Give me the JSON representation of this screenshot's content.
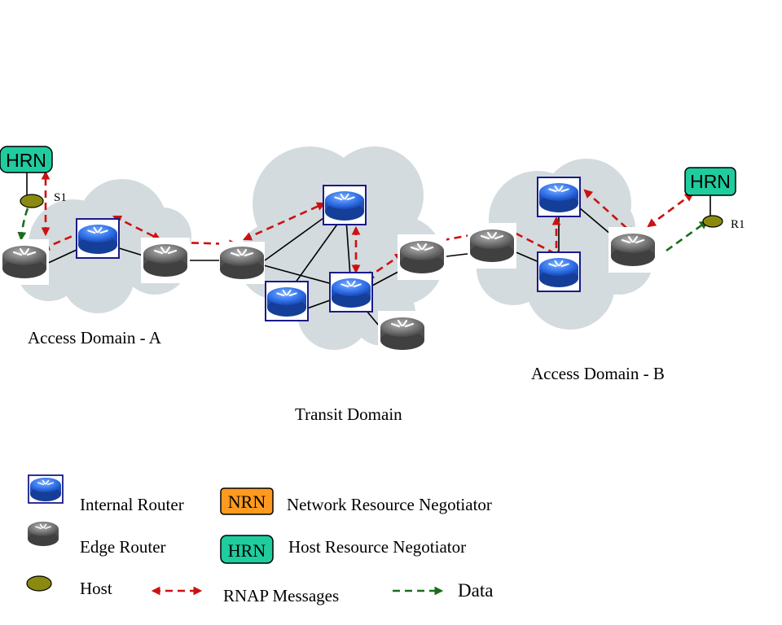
{
  "domains": {
    "access_a": "Access Domain - A",
    "transit": "Transit Domain",
    "access_b": "Access Domain - B"
  },
  "hosts": {
    "s1": "S1",
    "r1": "R1"
  },
  "negotiators": {
    "left_hrn": "HRN",
    "right_hrn": "HRN"
  },
  "legend": {
    "internal_router": "Internal Router",
    "edge_router": "Edge Router",
    "host": "Host",
    "nrn_abbr": "NRN",
    "nrn": "Network Resource Negotiator",
    "hrn_abbr": "HRN",
    "hrn": "Host Resource Negotiator",
    "rnap": "RNAP Messages",
    "data": "Data"
  },
  "colors": {
    "hrn_fill": "#1fcc9e",
    "nrn_fill": "#ff9a1f",
    "host_fill": "#8a8a10",
    "rnap_arrow": "#cc1111",
    "data_arrow": "#1a6e1a",
    "internal_router": "#2f6fe8",
    "edge_router": "#707070",
    "cloud": "#d3dbde"
  }
}
